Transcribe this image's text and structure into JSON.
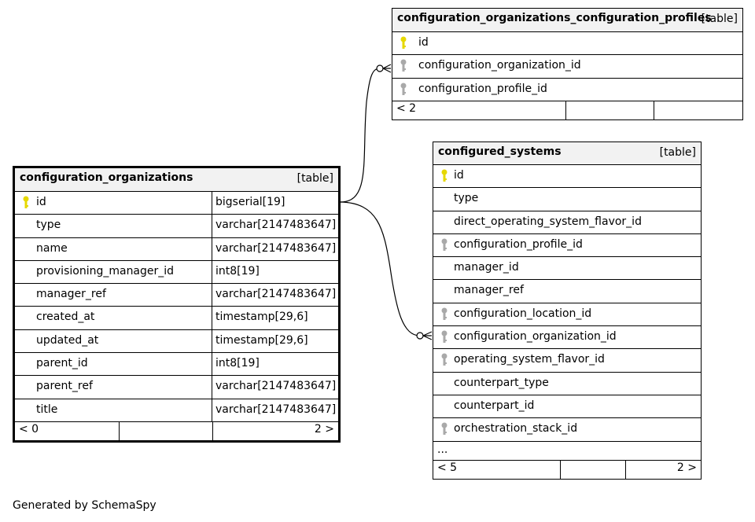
{
  "footer_text": "Generated by SchemaSpy",
  "tables": {
    "cocp": {
      "name": "configuration_organizations_configuration_profiles",
      "type": "[table]",
      "columns": [
        {
          "name": "id",
          "key": "primary"
        },
        {
          "name": "configuration_organization_id",
          "key": "foreign"
        },
        {
          "name": "configuration_profile_id",
          "key": "foreign"
        }
      ],
      "footer": {
        "left": "< 2",
        "right": ""
      }
    },
    "cs": {
      "name": "configured_systems",
      "type": "[table]",
      "columns": [
        {
          "name": "id",
          "key": "primary"
        },
        {
          "name": "type",
          "key": ""
        },
        {
          "name": "direct_operating_system_flavor_id",
          "key": ""
        },
        {
          "name": "configuration_profile_id",
          "key": "foreign"
        },
        {
          "name": "manager_id",
          "key": ""
        },
        {
          "name": "manager_ref",
          "key": ""
        },
        {
          "name": "configuration_location_id",
          "key": "foreign"
        },
        {
          "name": "configuration_organization_id",
          "key": "foreign"
        },
        {
          "name": "operating_system_flavor_id",
          "key": "foreign"
        },
        {
          "name": "counterpart_type",
          "key": ""
        },
        {
          "name": "counterpart_id",
          "key": ""
        },
        {
          "name": "orchestration_stack_id",
          "key": "foreign"
        }
      ],
      "ellipsis": "...",
      "footer": {
        "left": "< 5",
        "right": "2 >"
      }
    },
    "co": {
      "name": "configuration_organizations",
      "type": "[table]",
      "columns": [
        {
          "name": "id",
          "key": "primary",
          "dtype": "bigserial[19]"
        },
        {
          "name": "type",
          "key": "",
          "dtype": "varchar[2147483647]"
        },
        {
          "name": "name",
          "key": "",
          "dtype": "varchar[2147483647]"
        },
        {
          "name": "provisioning_manager_id",
          "key": "",
          "dtype": "int8[19]"
        },
        {
          "name": "manager_ref",
          "key": "",
          "dtype": "varchar[2147483647]"
        },
        {
          "name": "created_at",
          "key": "",
          "dtype": "timestamp[29,6]"
        },
        {
          "name": "updated_at",
          "key": "",
          "dtype": "timestamp[29,6]"
        },
        {
          "name": "parent_id",
          "key": "",
          "dtype": "int8[19]"
        },
        {
          "name": "parent_ref",
          "key": "",
          "dtype": "varchar[2147483647]"
        },
        {
          "name": "title",
          "key": "",
          "dtype": "varchar[2147483647]"
        }
      ],
      "footer": {
        "left": "< 0",
        "right": "2 >"
      }
    }
  },
  "colors": {
    "primary_key": "#e6d800",
    "foreign_key": "#a9a9a9",
    "header_bg": "#f2f2f2"
  }
}
